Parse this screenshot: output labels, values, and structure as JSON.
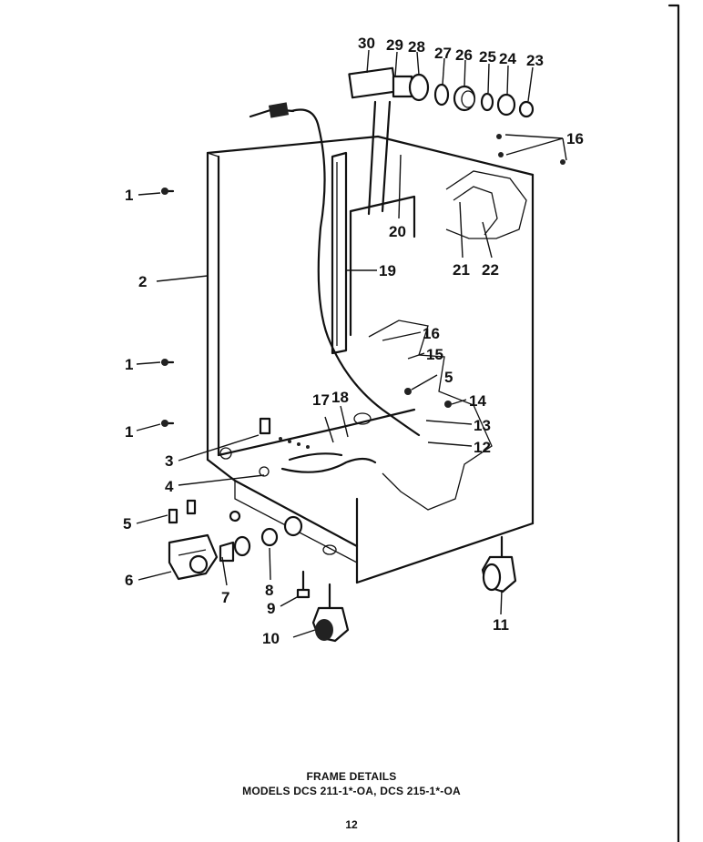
{
  "caption": {
    "title": "FRAME DETAILS",
    "models": "MODELS DCS 211-1*-OA,  DCS 215-1*-OA"
  },
  "page_number": "12",
  "callouts": {
    "c1a": "1",
    "c1b": "1",
    "c1c": "1",
    "c2": "2",
    "c3": "3",
    "c4": "4",
    "c5a": "5",
    "c5b": "5",
    "c6": "6",
    "c7": "7",
    "c8": "8",
    "c9": "9",
    "c10": "10",
    "c11": "11",
    "c12": "12",
    "c13": "13",
    "c14": "14",
    "c15": "15",
    "c16a": "16",
    "c16b": "16",
    "c17": "17",
    "c18": "18",
    "c19": "19",
    "c20": "20",
    "c21": "21",
    "c22": "22",
    "c23": "23",
    "c24": "24",
    "c25": "25",
    "c26": "26",
    "c27": "27",
    "c28": "28",
    "c29": "29",
    "c30": "30"
  }
}
